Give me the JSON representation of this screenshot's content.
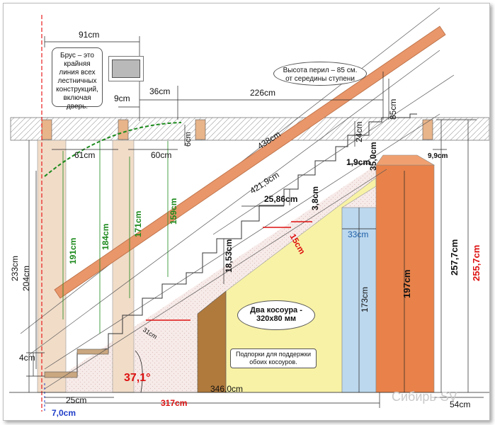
{
  "dimensions": {
    "top_91": "91cm",
    "top_9": "9cm",
    "top_36": "36cm",
    "top_226": "226cm",
    "diag_438": "438cm",
    "diag_421": "421,9cm",
    "v_6": "6cm",
    "h_61": "61cm",
    "h_60": "60cm",
    "v_24": "24cm",
    "v_85": "85cm",
    "h_9_9": "9,9cm",
    "h_1_9": "1,9cm",
    "v_35": "35,0cm",
    "h_25_86": "25,86cm",
    "v_3_8": "3,8cm",
    "v_15": "15cm",
    "v_18_53": "18,53cm",
    "h_33": "33cm",
    "v_173": "173cm",
    "v_197": "197cm",
    "v_257_7": "257,7cm",
    "v_255_7": "255,7cm",
    "v_233": "233cm",
    "v_204": "204cm",
    "v_191": "191cm",
    "v_184": "184cm",
    "v_171": "171cm",
    "v_159": "159cm",
    "v_4": "4cm",
    "diag_31": "31cm",
    "angle": "37,1°",
    "h_25": "25cm",
    "h_346": "346,0cm",
    "h_317": "317cm",
    "h_54": "54cm",
    "h_7": "7,0cm"
  },
  "notes": {
    "beam": "Брус – это крайняя линия всех лестничных конструкций, включая дверь.",
    "rail": "Высота перил – 85 см. от середины ступени",
    "stringers": "Два косоура - 320х80 мм",
    "supports": "Подпорки для поддержки обоих косоуров."
  },
  "watermark": "Сибирь-SV",
  "colors": {
    "rail": "#e8966a",
    "cabinet_orange": "#e8824a",
    "cabinet_blue": "#bcd8ee",
    "cabinet_yellow": "#f8f2a6",
    "pillar": "#f1dcc8",
    "green_dim": "#1c8a1c",
    "red_dim": "#dd1111",
    "blue_dim": "#1e3cc8"
  }
}
